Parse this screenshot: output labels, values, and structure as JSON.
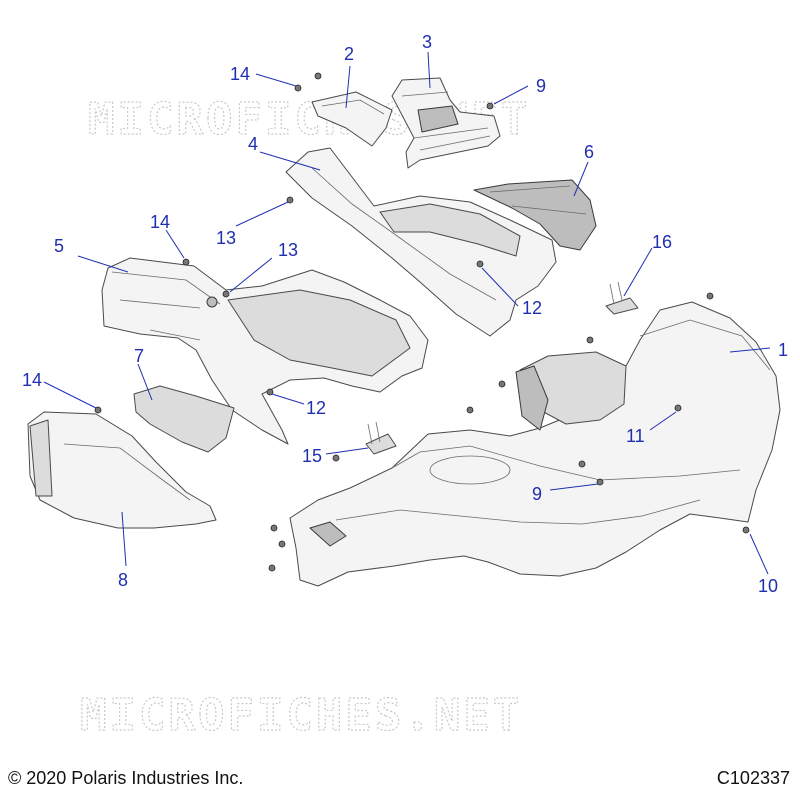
{
  "watermark": "MICROFICHES.NET",
  "footer": {
    "copyright": "© 2020 Polaris Industries Inc.",
    "drawing_number": "C102337"
  },
  "callouts": {
    "c1": "1",
    "c2": "2",
    "c3": "3",
    "c4": "4",
    "c5": "5",
    "c6": "6",
    "c7": "7",
    "c8": "8",
    "c9a": "9",
    "c9b": "9",
    "c10": "10",
    "c11": "11",
    "c12a": "12",
    "c12b": "12",
    "c13a": "13",
    "c13b": "13",
    "c14a": "14",
    "c14b": "14",
    "c14c": "14",
    "c15": "15",
    "c16": "16"
  },
  "colors": {
    "callout": "#1f2fb0",
    "watermark": "#c9c9c9"
  }
}
